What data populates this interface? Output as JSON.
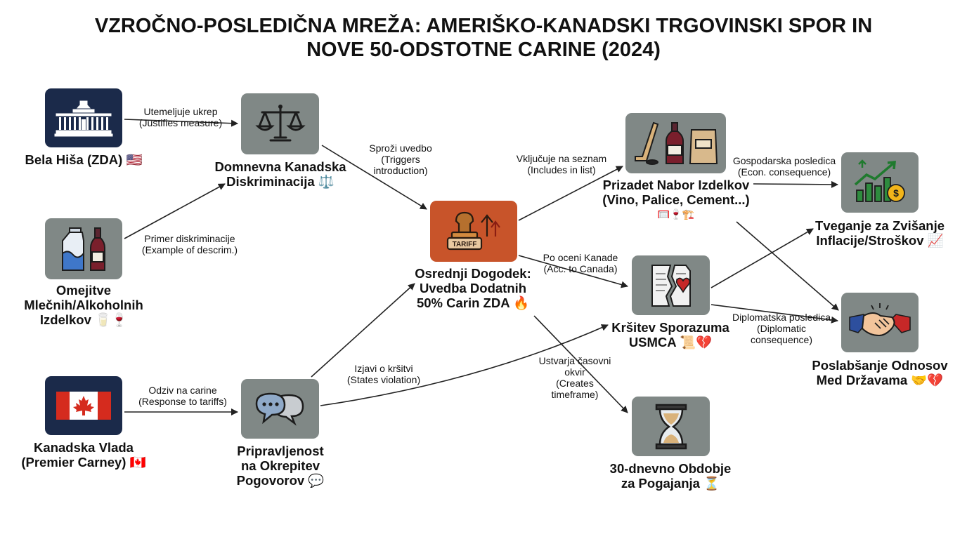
{
  "title": {
    "line1": "VZROČNO-POSLEDIČNA MREŽA: AMERIŠKO-KANADSKI TRGOVINSKI SPOR IN",
    "line2": "NOVE 50-ODSTOTNE CARINE (2024)"
  },
  "nodes": {
    "white_house": {
      "line1": "Bela Hiša (ZDA) 🇺🇸",
      "icon": "white-house-icon"
    },
    "discrimination": {
      "line1": "Domnevna Kanadska",
      "line2": "Diskriminacija ⚖️",
      "icon": "scales-icon"
    },
    "dairy": {
      "line1": "Omejitve",
      "line2": "Mlečnih/Alkoholnih",
      "line3": "Izdelkov 🥛🍷",
      "icon": "milk-wine-icon"
    },
    "canada_gov": {
      "line1": "Kanadska Vlada",
      "line2": "(Premier Carney) 🇨🇦",
      "icon": "canada-flag-icon"
    },
    "talks": {
      "line1": "Pripravljenost",
      "line2": "na Okrepitev",
      "line3": "Pogovorov 💬",
      "icon": "speech-bubbles-icon"
    },
    "central": {
      "line1": "Osrednji Dogodek:",
      "line2": "Uvedba Dodatnih",
      "line3": "50% Carin ZDA 🔥",
      "icon": "tariff-stamp-icon",
      "stamp_text": "TARIFF"
    },
    "products": {
      "line1": "Prizadet Nabor Izdelkov",
      "line2": "(Vino, Palice, Cement...)",
      "line3": "🥅🍷🏗️",
      "icon": "hockey-wine-cement-icon"
    },
    "usmca": {
      "line1": "Kršitev Sporazuma",
      "line2": "USMCA 📜💔",
      "icon": "broken-contract-icon"
    },
    "timeframe": {
      "line1": "30-dnevno Obdobje",
      "line2": "za Pogajanja ⏳",
      "icon": "hourglass-icon"
    },
    "inflation": {
      "line1": "Tveganje za Zvišanje",
      "line2": "Inflacije/Stroškov 📈",
      "icon": "growth-chart-icon"
    },
    "relations": {
      "line1": "Poslabšanje Odnosov",
      "line2": "Med Državama 🤝💔",
      "icon": "handshake-icon"
    }
  },
  "edges": {
    "wh_disc": {
      "line1": "Utemeljuje ukrep",
      "line2": "(Justifies measure)"
    },
    "dairy_disc": {
      "line1": "Primer diskriminacije",
      "line2": "(Example of descrim.)"
    },
    "disc_central": {
      "line1": "Sproži uvedbo",
      "line2": "(Triggers",
      "line3": "introduction)"
    },
    "canada_talks": {
      "line1": "Odziv na carine",
      "line2": "(Response to tariffs)"
    },
    "talks_usmca": {
      "line1": "Izjavi o kršitvi",
      "line2": "(States violation)"
    },
    "central_products": {
      "line1": "Vključuje na seznam",
      "line2": "(Includes in list)"
    },
    "central_usmca": {
      "line1": "Po oceni Kanade",
      "line2": "(Acc. to Canada)"
    },
    "central_timeframe": {
      "line1": "Ustvarja časovni",
      "line2": "okvir",
      "line3": "(Creates",
      "line4": "timeframe)"
    },
    "products_inflation": {
      "line1": "Gospodarska posledica",
      "line2": "(Econ. consequence)"
    },
    "usmca_relations": {
      "line1": "Diplomatska posledica",
      "line2": "(Diplomatic",
      "line3": "consequence)"
    }
  }
}
